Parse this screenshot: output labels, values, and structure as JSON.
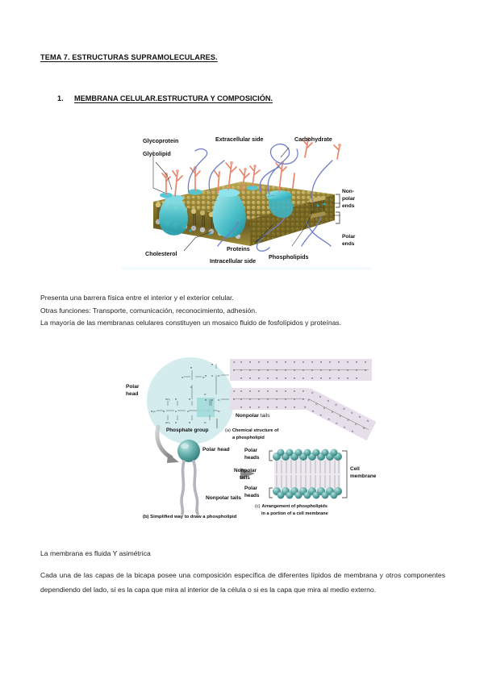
{
  "document": {
    "title": "TEMA 7. ESTRUCTURAS SUPRAMOLECULARES.",
    "section_number": "1.",
    "section_title": "MEMBRANA CELULAR.ESTRUCTURA Y COMPOSICIÓN.",
    "paragraph_1_line_1": "Presenta una barrera física entre el interior y el exterior celular.",
    "paragraph_1_line_2": "Otras funciones: Transporte, comunicación, reconocimiento, adhesión.",
    "paragraph_1_line_3": "La mayoría de las membranas celulares constituyen un mosaico fluido de fosfolípidos y proteínas.",
    "paragraph_2": "La membrana es fluida Y asimétrica",
    "paragraph_3": "Cada una de las capas de la bicapa posee una composición específica de diferentes lípidos de membrana y otros componentes dependiendo del lado, sí es la capa que mira al interior de la célula o si es la capa que mira al medio externo."
  },
  "figure_membrane": {
    "name": "fluid-mosaic-membrane-diagram",
    "labels": {
      "glycoprotein": "Glycoprotein",
      "glycolipid": "Glycolipid",
      "extracellular_side": "Extracellular side",
      "carbohydrate": "Carbohydrate",
      "nonpolar_ends_line1": "Non-",
      "nonpolar_ends_line2": "polar",
      "nonpolar_ends_line3": "ends",
      "polar_ends_line1": "Polar",
      "polar_ends_line2": "ends",
      "cholesterol": "Cholesterol",
      "proteins": "Proteins",
      "intracellular_side": "Intracellular side",
      "phospholipids": "Phospholipids"
    },
    "colors": {
      "lipid_head_gold": "#b39a3c",
      "lipid_head_dark": "#7a6a2a",
      "protein_teal": "#4fc6cf",
      "protein_teal_dark": "#2e9aa6",
      "carbohydrate_salmon": "#f0937a",
      "chain_blue": "#6f7fc9",
      "cholesterol_grey": "#bfc3c8",
      "accent_cyan": "#21b6e8"
    }
  },
  "figure_phospholipid": {
    "name": "phospholipid-structure-diagram",
    "labels": {
      "polar_head_line1": "Polar",
      "polar_head_line2": "head",
      "phosphate_group": "Phosphate group",
      "nonpolar_tails_bold": "Nonpolar",
      "nonpolar_tails_rest": " tails",
      "caption_a_prefix": "(a)",
      "caption_a_bold": "Chemical structure of",
      "caption_a_line2": "a phospholipid",
      "polar_head_single": "Polar head",
      "nonpolar_tails_single": "Nonpolar tails",
      "caption_b": "(b) Simplified way to draw a phospholipid",
      "bilayer_polar_heads_top_l1": "Polar",
      "bilayer_polar_heads_top_l2": "heads",
      "bilayer_nonpolar_tails_l1": "Nonpolar",
      "bilayer_nonpolar_tails_l2": "tails",
      "bilayer_polar_heads_bottom_l1": "Polar",
      "bilayer_polar_heads_bottom_l2": "heads",
      "cell_membrane_l1": "Cell",
      "cell_membrane_l2": "membrane",
      "caption_c_prefix": "(c)",
      "caption_c_bold": "Arrangement of phospholipids",
      "caption_c_line2": "in a portion of a cell membrane"
    },
    "colors": {
      "circle_bg": "#d4eced",
      "sphere_teal": "#5fb0ad",
      "sphere_teal_dark": "#3a8a88",
      "chem_band_bg": "#e6dee8",
      "phosphate_highlight": "#9fdbd8",
      "tail_grey": "#b8b4bd",
      "arrow_grey": "#9a9a9a"
    }
  }
}
